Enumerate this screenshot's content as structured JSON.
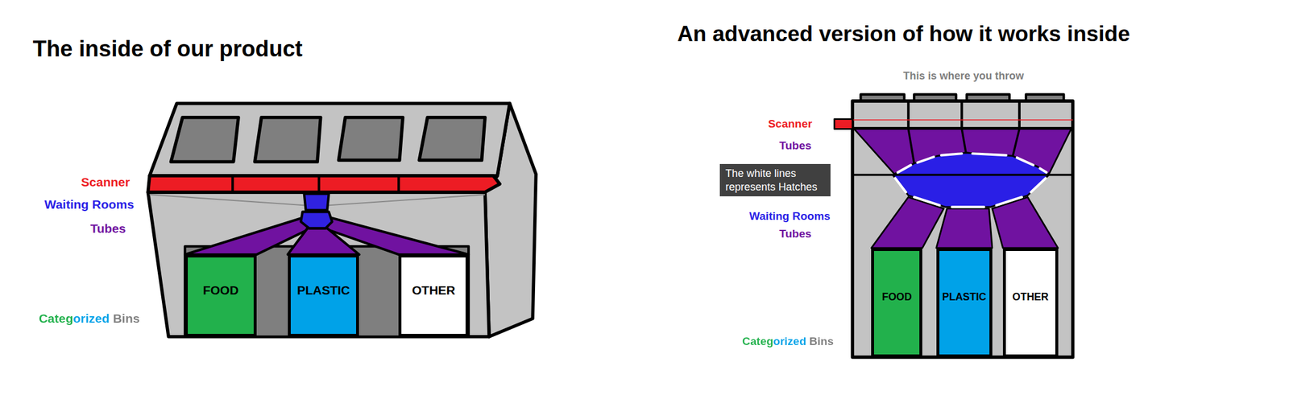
{
  "diagram": {
    "nodes": [
      {
        "text": [
          "FOOD"
        ]
      },
      {
        "text": [
          "PLASTIC"
        ]
      },
      {
        "text": [
          "OTHER"
        ]
      },
      {
        "text": [
          "The white lines represents Hatches"
        ]
      },
      {
        "text": [
          "FOOD"
        ]
      },
      {
        "text": [
          "PLASTIC"
        ]
      },
      {
        "text": [
          "OTHER"
        ]
      }
    ],
    "labels": [
      "The inside of our product",
      "Scanner",
      "Waiting Rooms",
      "Tubes",
      "Categorized Bins",
      "An advanced version of how it works inside",
      "This is where you throw",
      "Scanner",
      "Tubes",
      "Waiting Rooms",
      "Tubes",
      "Categorized Bins"
    ]
  }
}
